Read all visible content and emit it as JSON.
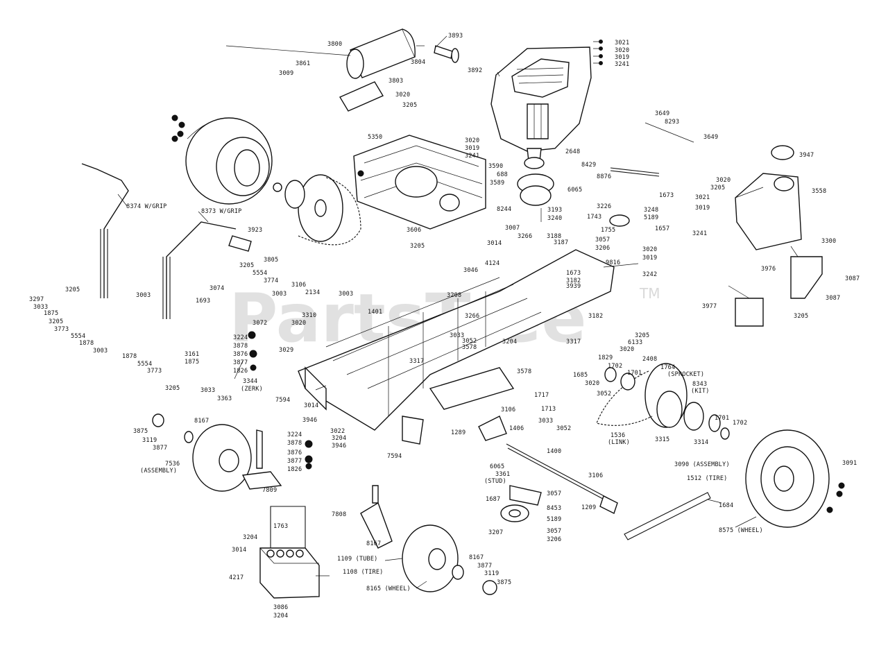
{
  "watermark": {
    "text": "PartsTree",
    "trademark": "TM"
  },
  "labels": {
    "l3800": "3800",
    "l3893": "3893",
    "l3861": "3861",
    "l3804": "3804",
    "l3009": "3009",
    "l3803": "3803",
    "l3020a": "3020",
    "l3205a": "3205",
    "l3021a": "3021",
    "l3020b": "3020",
    "l3019a": "3019",
    "l3241a": "3241",
    "l3892": "3892",
    "l3649a": "3649",
    "l8293": "8293",
    "l3649b": "3649",
    "l3947": "3947",
    "l5350": "5350",
    "l3020c": "3020",
    "l3019b": "3019",
    "l3241b": "3241",
    "l3590": "3590",
    "l2648": "2648",
    "l688": "688",
    "l8429": "8429",
    "l3589": "3589",
    "l8876": "8876",
    "l6065a": "6065",
    "l8244": "8244",
    "l3193": "3193",
    "l3240": "3240",
    "l3020d": "3020",
    "l3205b": "3205",
    "l3021b": "3021",
    "l1673a": "1673",
    "l3558": "3558",
    "l3019c": "3019",
    "l3241c": "3241",
    "l3226": "3226",
    "l3248": "3248",
    "l5189a": "5189",
    "l1743": "1743",
    "l1657": "1657",
    "l1755": "1755",
    "l3057a": "3057",
    "l3206a": "3206",
    "l3020e": "3020",
    "l3019d": "3019",
    "l3242": "3242",
    "l3300": "3300",
    "l9816": "9816",
    "l3976": "3976",
    "l3087a": "3087",
    "l3087b": "3087",
    "l3977": "3977",
    "l3205c": "3205",
    "l8374": "8374 W/GRIP",
    "l8373": "8373 W/GRIP",
    "l3923": "3923",
    "l3606": "3606",
    "l3205d": "3205",
    "l3007": "3007",
    "l3266a": "3266",
    "l3188": "3188",
    "l3187": "3187",
    "l3014a": "3014",
    "l4124": "4124",
    "l3046": "3046",
    "l1673b": "1673",
    "l3182a": "3182",
    "l3939": "3939",
    "l3805": "3805",
    "l3205e": "3205",
    "l5554a": "5554",
    "l3774": "3774",
    "l3074": "3074",
    "l3003a": "3003",
    "l3106a": "3106",
    "l2134": "2134",
    "l3003b": "3003",
    "l3297": "3297",
    "l3205f": "3205",
    "l3033a": "3033",
    "l1875a": "1875",
    "l3205g": "3205",
    "l3773a": "3773",
    "l5554b": "5554",
    "l1878a": "1878",
    "l3003c": "3003",
    "l1693": "1693",
    "l3003d": "3003",
    "l1878b": "1878",
    "l5554c": "5554",
    "l3773b": "3773",
    "l3205h": "3205",
    "l3161": "3161",
    "l1875b": "1875",
    "l3033b": "3033",
    "l3363": "3363",
    "l1401": "1401",
    "l3208": "3208",
    "l3072": "3072",
    "l3310": "3310",
    "l3020f": "3020",
    "l3224a": "3224",
    "l3878a": "3878",
    "l3029": "3029",
    "l3876a": "3876",
    "l3877a": "3877",
    "l1826a": "1826",
    "l3344": "3344",
    "l3344b": "(ZERK)",
    "l7594a": "7594",
    "l3266b": "3266",
    "l3033c": "3033",
    "l3052a": "3052",
    "l3578a": "3578",
    "l3204a": "3204",
    "l3182b": "3182",
    "l3205i": "3205",
    "l3317a": "3317",
    "l3317b": "3317",
    "l6133": "6133",
    "l3020g": "3020",
    "l3578b": "3578",
    "l1685": "1685",
    "l1829": "1829",
    "l1702a": "1702",
    "l1701a": "1701",
    "l2408": "2408",
    "l1764": "1764",
    "l1764b": "(SPROCKET)",
    "l8343": "8343",
    "l8343b": "(KIT)",
    "l3020h": "3020",
    "l3052b": "3052",
    "l1717": "1717",
    "l1713": "1713",
    "l3033d": "3033",
    "l3052c": "3052",
    "l3315": "3315",
    "l1536": "1536",
    "l1536b": "(LINK)",
    "l3314": "3314",
    "l1701b": "1701",
    "l1702b": "1702",
    "l3014b": "3014",
    "l3946a": "3946",
    "l3022": "3022",
    "l3224b": "3224",
    "l3204b": "3204",
    "l3946b": "3946",
    "l3878b": "3878",
    "l3876b": "3876",
    "l3877b": "3877",
    "l1826b": "1826",
    "l7594b": "7594",
    "l3875a": "3875",
    "l3119a": "3119",
    "l8167a": "8167",
    "l3877c": "3877",
    "l7536": "7536",
    "l7536b": "(ASSEMBLY)",
    "l7809": "7809",
    "l3106b": "3106",
    "l1406": "1406",
    "l1289": "1289",
    "l1400": "1400",
    "l6065b": "6065",
    "l3361": "3361",
    "l3361b": "(STUD)",
    "l3106c": "3106",
    "l1687": "1687",
    "l3057b": "3057",
    "l8453": "8453",
    "l1209": "1209",
    "l5189b": "5189",
    "l3207": "3207",
    "l3057c": "3057",
    "l3206b": "3206",
    "l3090": "3090 (ASSEMBLY)",
    "l1512": "1512 (TIRE)",
    "l3091": "3091",
    "l1684": "1684",
    "l8575": "8575 (WHEEL)",
    "l1763": "1763",
    "l3204c": "3204",
    "l3014c": "3014",
    "l4217": "4217",
    "l3086": "3086",
    "l3204d": "3204",
    "l7808": "7808",
    "l8167b": "8167",
    "l1109": "1109 (TUBE)",
    "l1108": "1108 (TIRE)",
    "l8165": "8165 (WHEEL)",
    "l8167c": "8167",
    "l3877d": "3877",
    "l3119b": "3119",
    "l3875b": "3875"
  }
}
